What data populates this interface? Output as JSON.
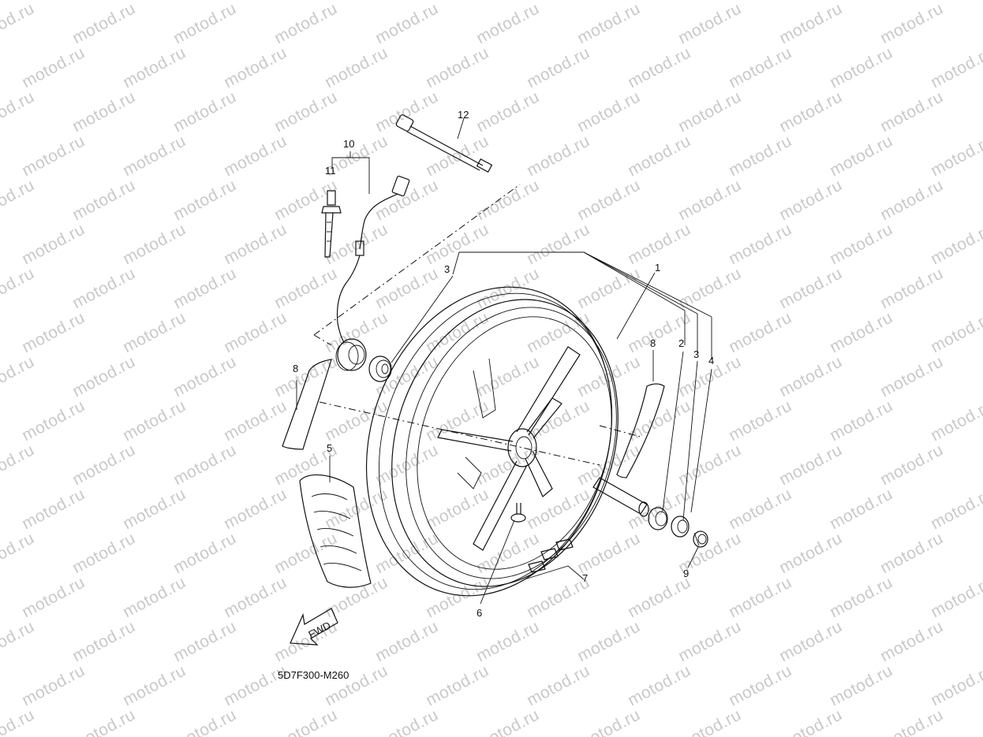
{
  "diagram": {
    "code": "5D7F300-M260",
    "watermark": "motod.ru",
    "fwd_label": "FWD",
    "callouts": {
      "c1": "1",
      "c2": "2",
      "c3a": "3",
      "c3b": "3",
      "c4": "4",
      "c5": "5",
      "c6": "6",
      "c7": "7",
      "c8a": "8",
      "c8b": "8",
      "c9": "9",
      "c10": "10",
      "c11": "11",
      "c12": "12"
    }
  }
}
